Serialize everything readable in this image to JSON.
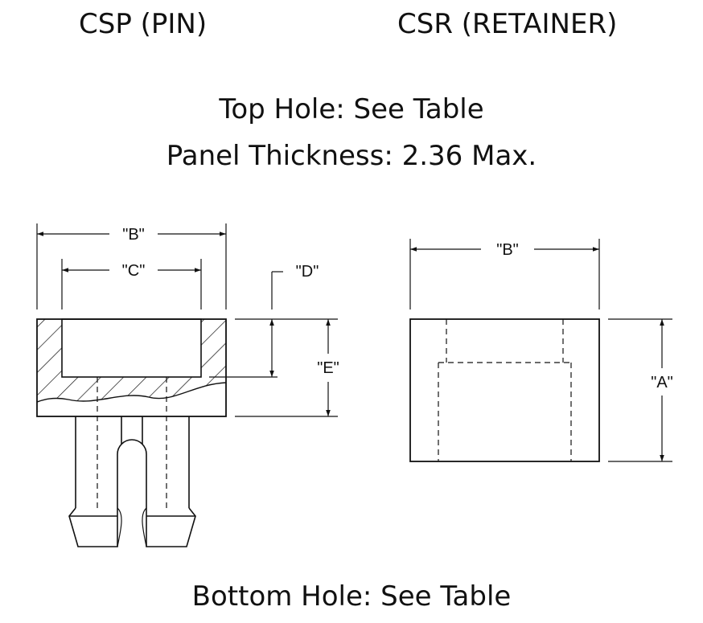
{
  "titles": {
    "pin": "CSP (PIN)",
    "retainer": "CSR (RETAINER)"
  },
  "notes": {
    "top_hole": "Top Hole: See Table",
    "panel_thickness": "Panel Thickness: 2.36 Max.",
    "bottom_hole": "Bottom Hole: See Table"
  },
  "dimensions": {
    "pin_b": "\"B\"",
    "pin_c": "\"C\"",
    "pin_d": "\"D\"",
    "pin_e": "\"E\"",
    "retainer_b": "\"B\"",
    "retainer_a": "\"A\""
  }
}
